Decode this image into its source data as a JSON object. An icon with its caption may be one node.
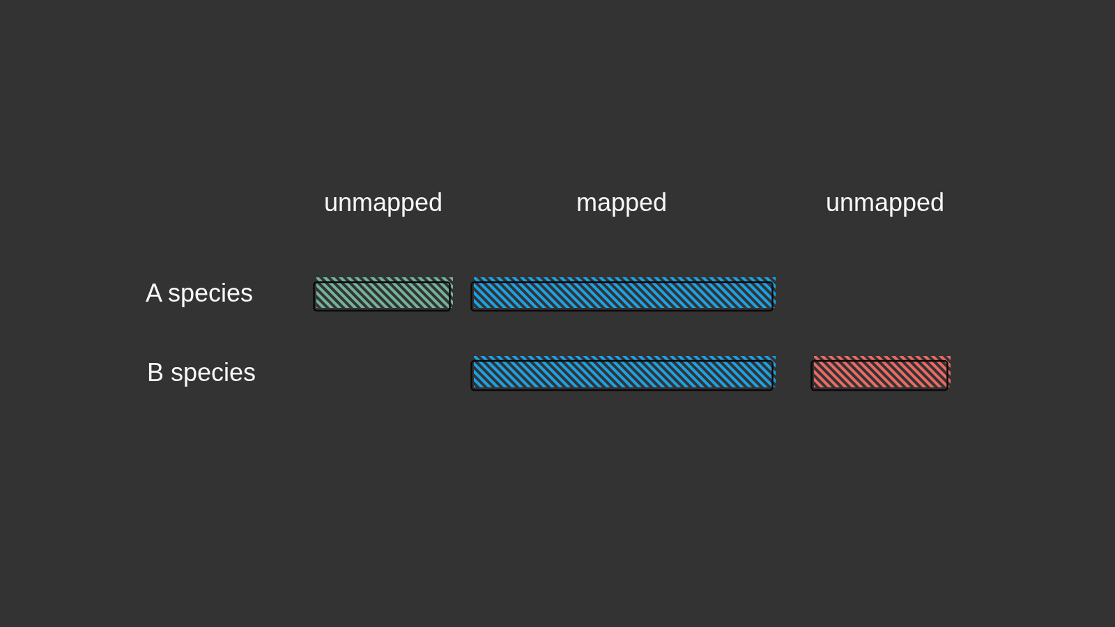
{
  "diagram": {
    "nodes": [
      {
        "text": [],
        "shape": "bar"
      },
      {
        "text": [],
        "shape": "bar"
      },
      {
        "text": [],
        "shape": "bar"
      },
      {
        "text": [],
        "shape": "bar"
      }
    ],
    "labels": [
      "unmapped",
      "mapped",
      "unmapped",
      "A species",
      "B species"
    ]
  }
}
